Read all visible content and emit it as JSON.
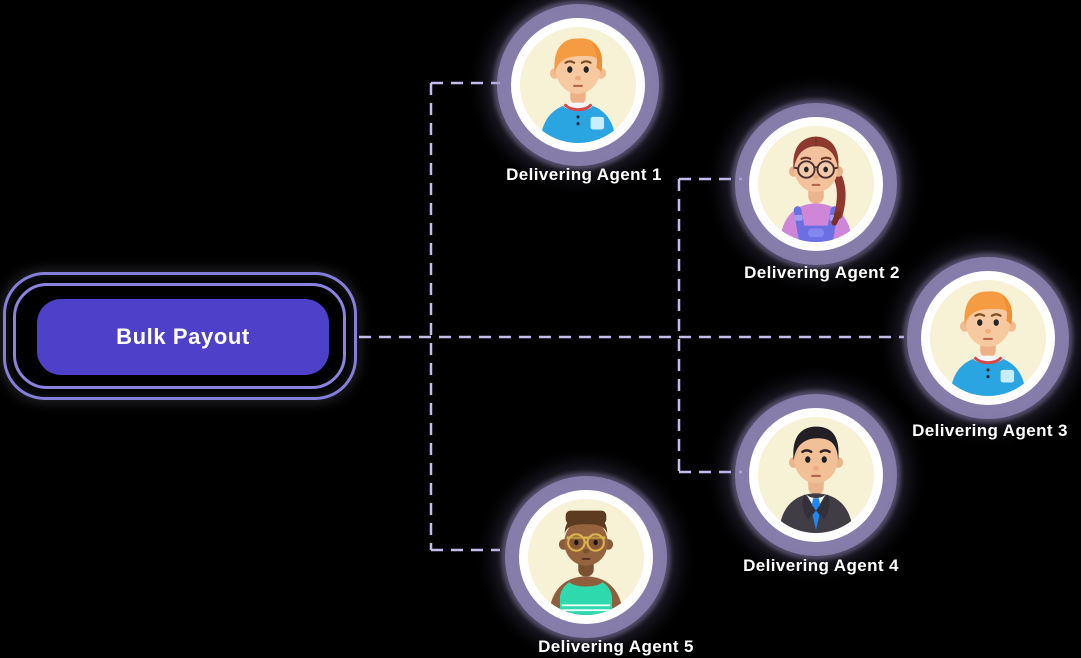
{
  "canvas": {
    "background_color": "#000000"
  },
  "root_node": {
    "label": "Bulk Payout",
    "fill_color": "#4e40c8",
    "outline_color": "#867edb",
    "text_color": "#ffffff"
  },
  "connectors": {
    "style": "dashed",
    "color": "#c3bdee"
  },
  "avatar_style": {
    "ring_color": "#ffffff",
    "background_color": "#f7f1d5",
    "glow_color": "#a89dd6"
  },
  "agents": [
    {
      "label": "Delivering Agent 1",
      "avatar": "man-orange-hair-blue-shirt"
    },
    {
      "label": "Delivering Agent 2",
      "avatar": "woman-red-hair-glasses-pink-shirt-overalls"
    },
    {
      "label": "Delivering Agent 3",
      "avatar": "man-orange-hair-blue-shirt"
    },
    {
      "label": "Delivering Agent 4",
      "avatar": "man-black-hair-dark-suit-blue-tie"
    },
    {
      "label": "Delivering Agent 5",
      "avatar": "man-dark-skin-gold-glasses-teal-tank-top"
    }
  ]
}
